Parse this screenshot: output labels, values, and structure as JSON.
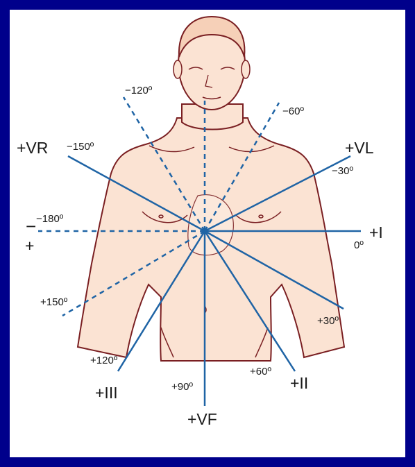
{
  "colors": {
    "border": "#00008b",
    "background": "#ffffff",
    "skin": "#fbe3d3",
    "outline": "#7a1f22",
    "axis": "#1f64a5"
  },
  "figure": "male-torso-with-heart",
  "leads": {
    "VR": "+VR",
    "VL": "+VL",
    "I": "+I",
    "II": "+II",
    "III": "+III",
    "VF": "+VF"
  },
  "angles": {
    "neg120": "−120º",
    "neg60": "−60º",
    "neg150": "−150º",
    "neg30": "−30º",
    "neg180": "−180º",
    "zero": "0º",
    "pos150": "+150º",
    "pos30": "+30º",
    "pos120": "+120º",
    "pos90": "+90º",
    "pos60": "+60º"
  },
  "poles": {
    "minus": "−",
    "plus": "+"
  }
}
